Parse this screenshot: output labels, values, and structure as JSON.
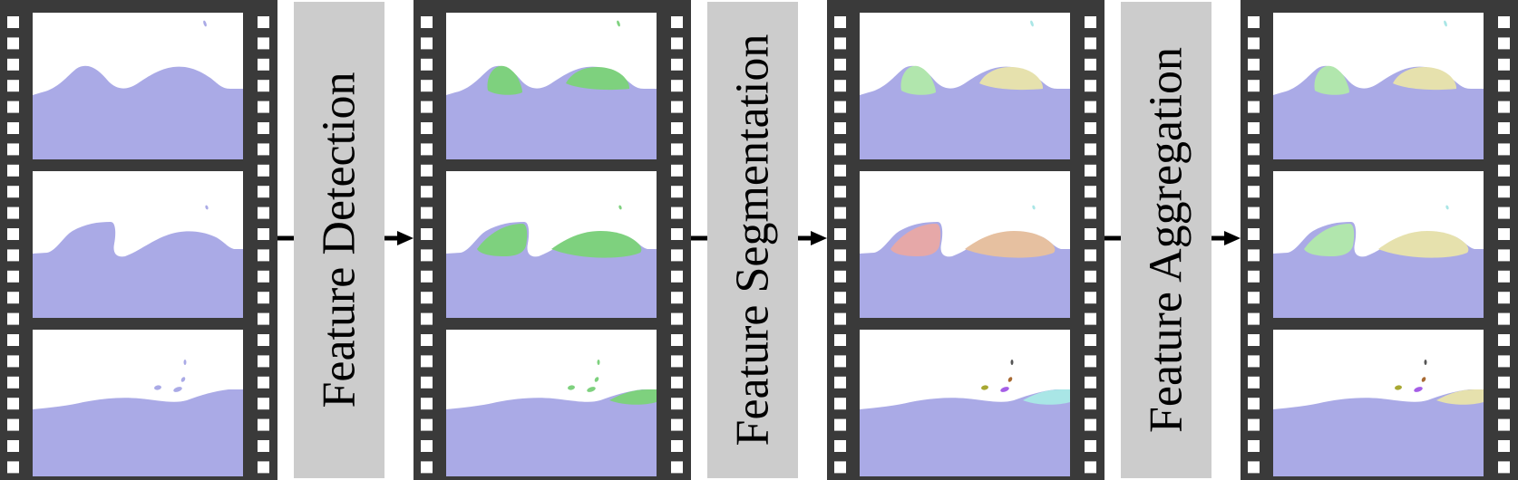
{
  "stages": [
    {
      "label": "Feature Detection"
    },
    {
      "label": "Feature Segmentation"
    },
    {
      "label": "Feature Aggregation"
    }
  ],
  "colors": {
    "film": "#3a3a3a",
    "label_box": "#cccccc",
    "fluid": "#aaaae6",
    "connector": "#000000",
    "detected_feature": "#7ed17e",
    "segment_green": "#b1e6ad",
    "segment_yellow": "#e6e1ad",
    "segment_red": "#e6a8a8",
    "segment_orange": "#e6c0a0",
    "segment_cyan": "#a9e6e6",
    "droplet_olive": "#a8a832",
    "droplet_purple": "#a55ee6",
    "droplet_brown": "#a86a32",
    "droplet_dark": "#555555"
  },
  "film_strips": [
    {
      "name": "input-frames",
      "frames": 3
    },
    {
      "name": "detected-features",
      "frames": 3
    },
    {
      "name": "segmented-features",
      "frames": 3
    },
    {
      "name": "aggregated-features",
      "frames": 3
    }
  ]
}
